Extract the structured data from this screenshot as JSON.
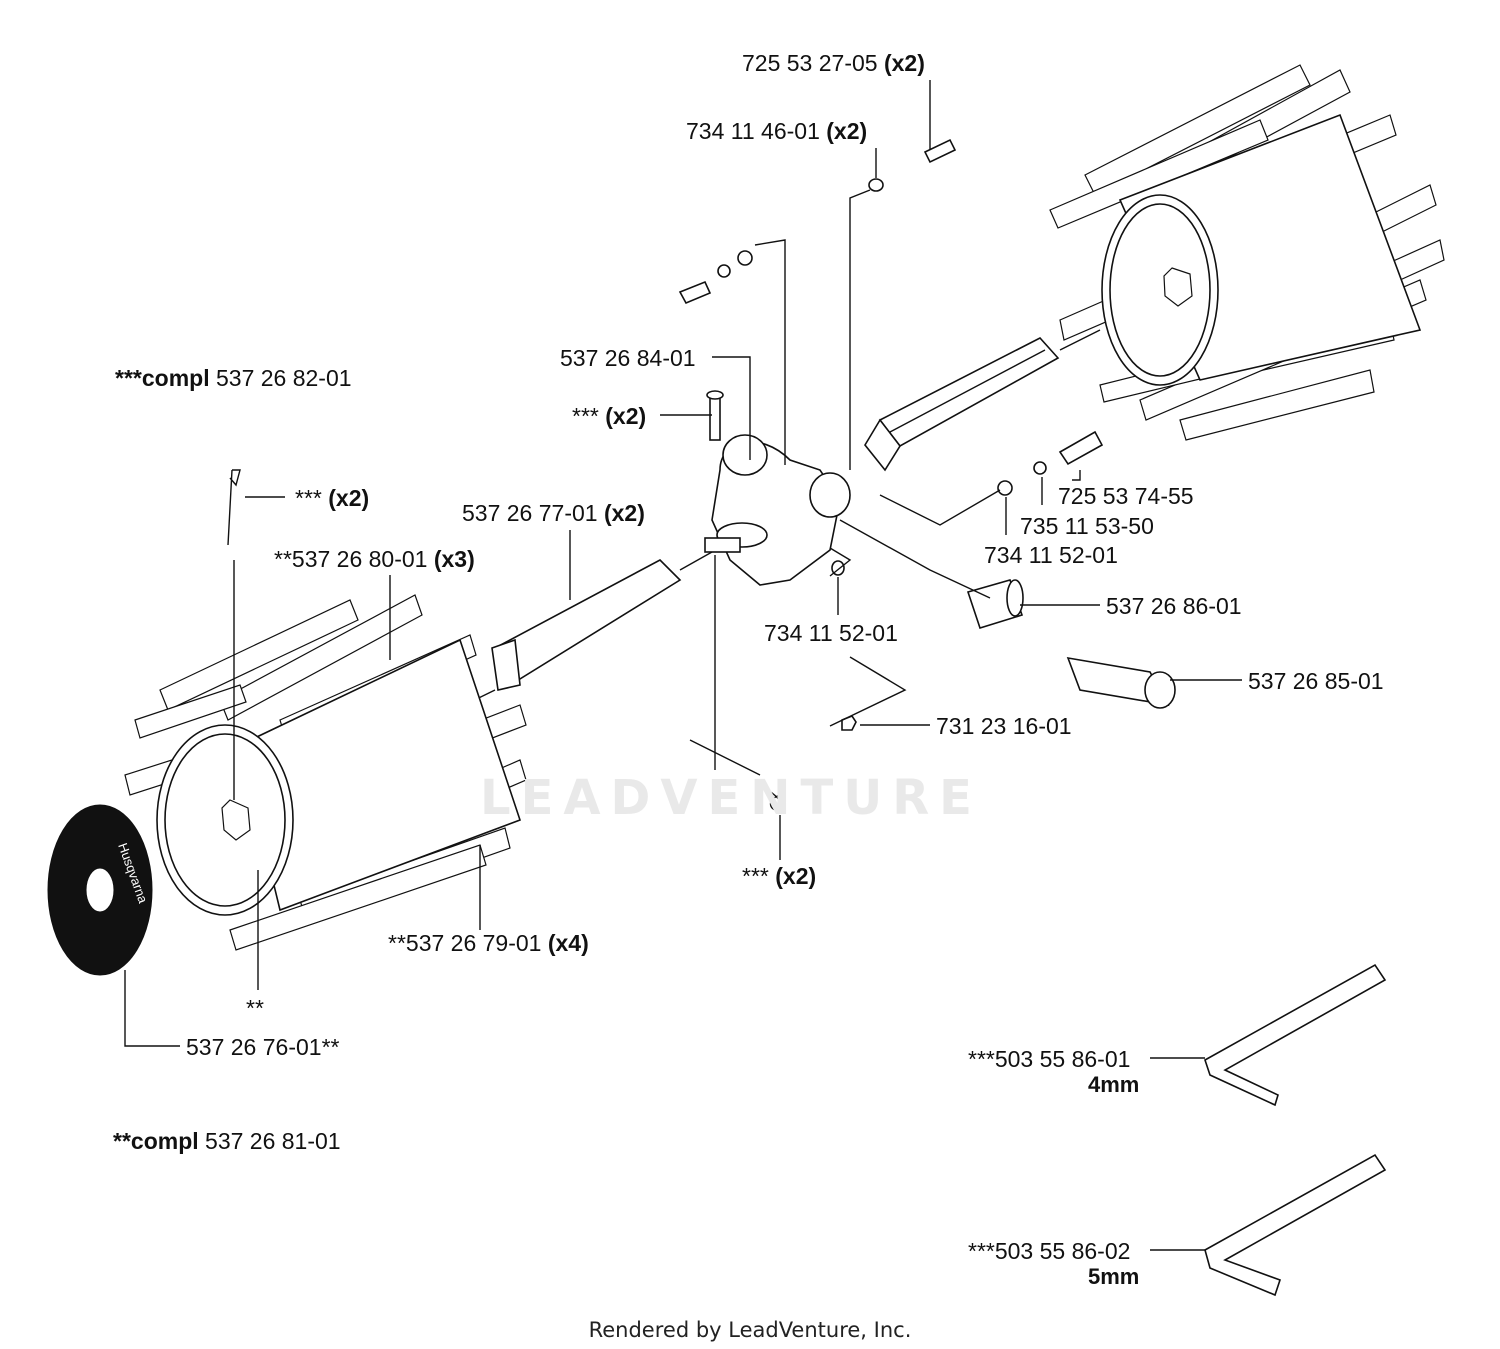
{
  "labels": {
    "p1": {
      "num": "725 53 27-05",
      "qty": "(x2)"
    },
    "p2": {
      "num": "734 11 46-01",
      "qty": "(x2)"
    },
    "p3": {
      "prefix": "***compl",
      "num": "537 26 82-01"
    },
    "p4": {
      "num": "537 26 84-01"
    },
    "p5": {
      "prefix": "***",
      "qty": "(x2)"
    },
    "p6": {
      "prefix": "***",
      "qty": "(x2)"
    },
    "p7": {
      "num": "537 26 77-01",
      "qty": "(x2)"
    },
    "p8": {
      "num": "**537 26 80-01",
      "qty": "(x3)"
    },
    "p9": {
      "num": "725 53 74-55"
    },
    "p10": {
      "num": "735 11 53-50"
    },
    "p11": {
      "num": "734 11 52-01"
    },
    "p12": {
      "num": "537 26 86-01"
    },
    "p13": {
      "num": "734 11 52-01"
    },
    "p14": {
      "num": "537 26 85-01"
    },
    "p15": {
      "num": "731 23 16-01"
    },
    "p16": {
      "prefix": "***",
      "qty": "(x2)"
    },
    "p17": {
      "num": "**537 26 79-01",
      "qty": "(x4)"
    },
    "p18": {
      "num": "**"
    },
    "p19": {
      "num": "537 26 76-01**"
    },
    "p20": {
      "prefix": "**compl",
      "num": "537 26 81-01"
    },
    "p21": {
      "num": "***503 55 86-01",
      "size": "4mm"
    },
    "p22": {
      "num": "***503 55 86-02",
      "size": "5mm"
    }
  },
  "disc_brand": "Husqvarna",
  "watermark": "LEADVENTURE",
  "footer": "Rendered by LeadVenture, Inc."
}
